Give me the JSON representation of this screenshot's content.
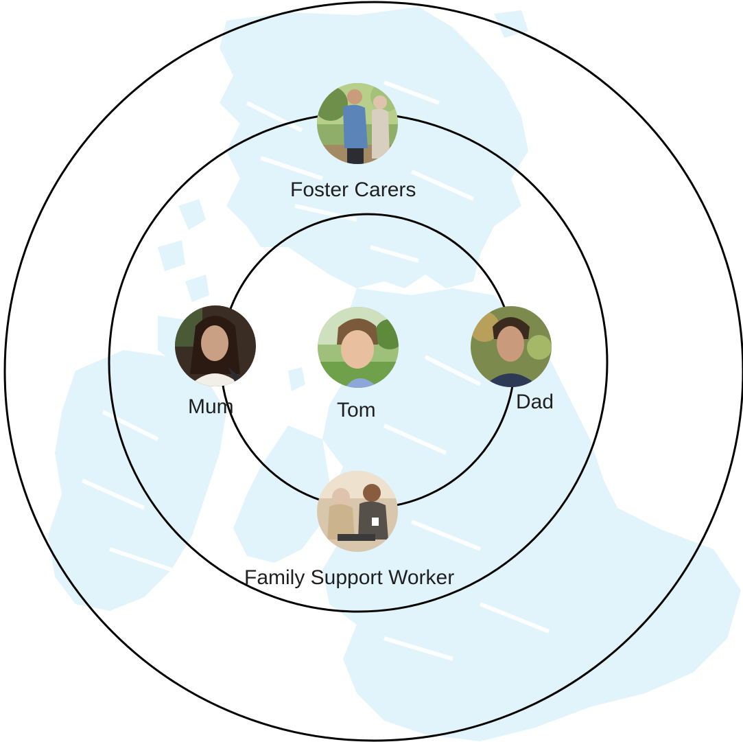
{
  "diagram": {
    "people": {
      "child": {
        "name": "Tom",
        "photo": "boy-portrait"
      },
      "mother": {
        "name": "Mum",
        "photo": "woman-portrait"
      },
      "father": {
        "name": "Dad",
        "photo": "man-portrait"
      },
      "carers": {
        "name": "Foster Carers",
        "photo": "two-men-outdoors"
      },
      "support": {
        "name": "Family Support Worker",
        "photo": "worker-with-elderly-man"
      }
    },
    "colors": {
      "ring": "#000000",
      "map": "#e1f3fb",
      "background": "#ffffff",
      "text": "#1f1f1f"
    }
  }
}
